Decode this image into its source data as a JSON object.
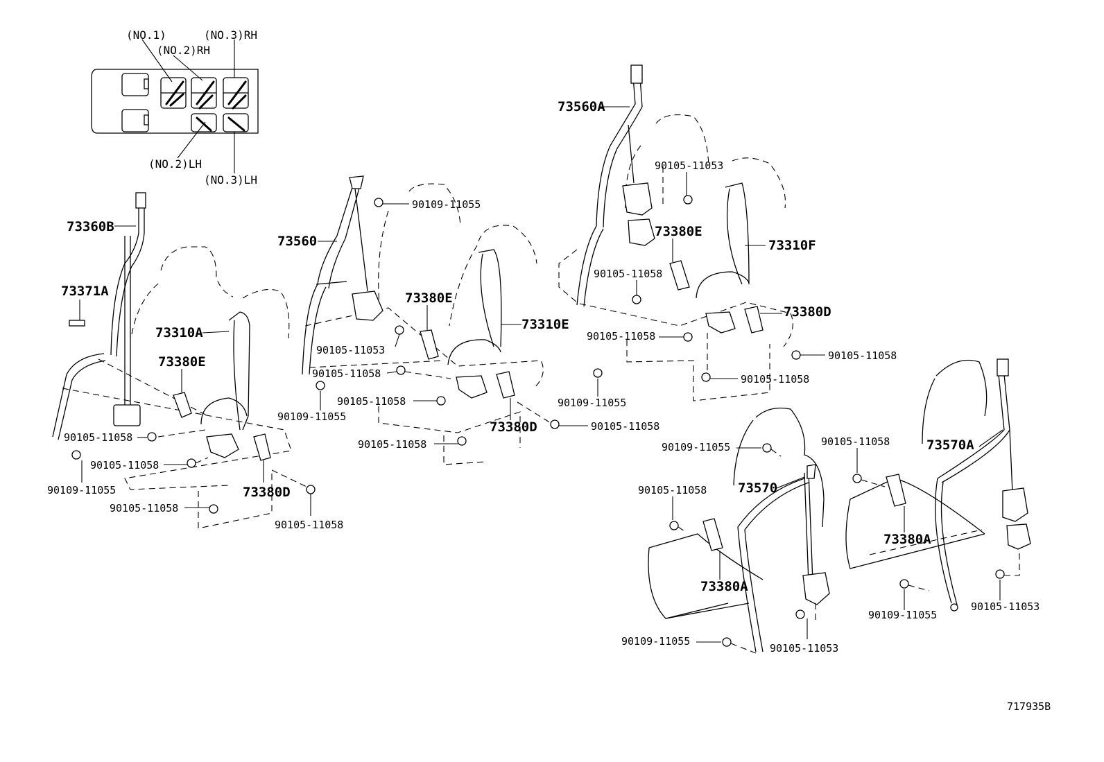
{
  "diagram_id": "717935B",
  "locator": {
    "no1": "(NO.1)",
    "no2_rh": "(NO.2)RH",
    "no3_rh": "(NO.3)RH",
    "no2_lh": "(NO.2)LH",
    "no3_lh": "(NO.3)LH"
  },
  "labels": {
    "l73360B": "73360B",
    "l73371A": "73371A",
    "l73310A": "73310A",
    "l73380E_a": "73380E",
    "l73380D_a": "73380D",
    "l90105_a1": "90105-11058",
    "l90105_a2": "90105-11058",
    "l90105_a3": "90105-11058",
    "l90105_a4": "90105-11058",
    "l90109_a1": "90109-11055",
    "l73560": "73560",
    "l90109_b1": "90109-11055",
    "l73380E_b": "73380E",
    "l90105_b1": "90105-11053",
    "l90105_b2": "90105-11058",
    "l90105_b3": "90105-11058",
    "l73310E": "73310E",
    "l90109_b2": "90109-11055",
    "l90105_b4": "90105-11058",
    "l73380D_b": "73380D",
    "l90105_b5": "90105-11058",
    "l73560A": "73560A",
    "l90105_c1": "90105-11053",
    "l73380E_c": "73380E",
    "l73310F": "73310F",
    "l90105_c2": "90105-11058",
    "l73380D_c": "73380D",
    "l90105_c3": "90105-11058",
    "l90105_c4": "90105-11058",
    "l90105_c5": "90105-11058",
    "l90109_c1": "90109-11055",
    "l90109_d1": "90109-11055",
    "l90105_d1": "90105-11058",
    "l73570": "73570",
    "l73380A_d": "73380A",
    "l90109_d2": "90109-11055",
    "l90105_d2": "90105-11053",
    "l90105_e1": "90105-11058",
    "l73570A": "73570A",
    "l73380A_e": "73380A",
    "l90109_e1": "90109-11055",
    "l90105_e2": "90105-11053"
  }
}
